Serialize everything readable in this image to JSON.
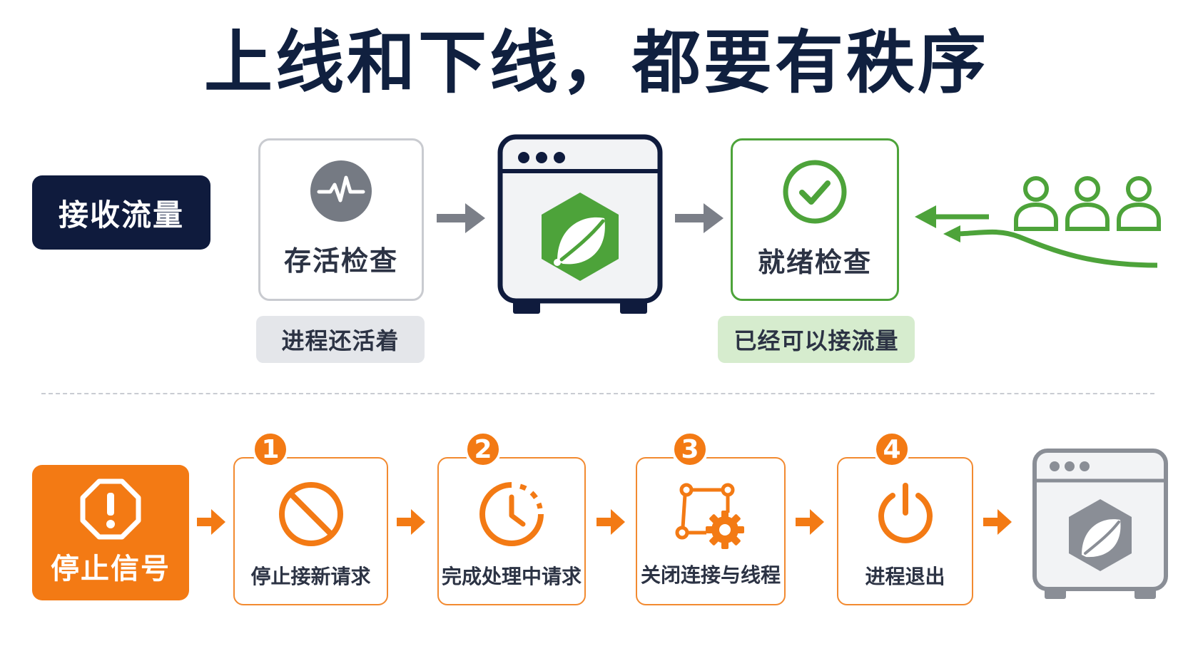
{
  "title": "上线和下线，都要有秩序",
  "online": {
    "tag": "接收流量",
    "liveness_label": "存活检查",
    "liveness_note": "进程还活着",
    "readiness_label": "就绪检查",
    "readiness_note": "已经可以接流量"
  },
  "offline": {
    "tag": "停止信号",
    "steps": [
      {
        "num": "1",
        "label": "停止接新请求"
      },
      {
        "num": "2",
        "label": "完成处理中请求"
      },
      {
        "num": "3",
        "label": "关闭连接与线程"
      },
      {
        "num": "4",
        "label": "进程退出"
      }
    ]
  },
  "colors": {
    "navy": "#0f1b3d",
    "green": "#4da33a",
    "orange": "#f37a14",
    "gray": "#7b7f88"
  }
}
